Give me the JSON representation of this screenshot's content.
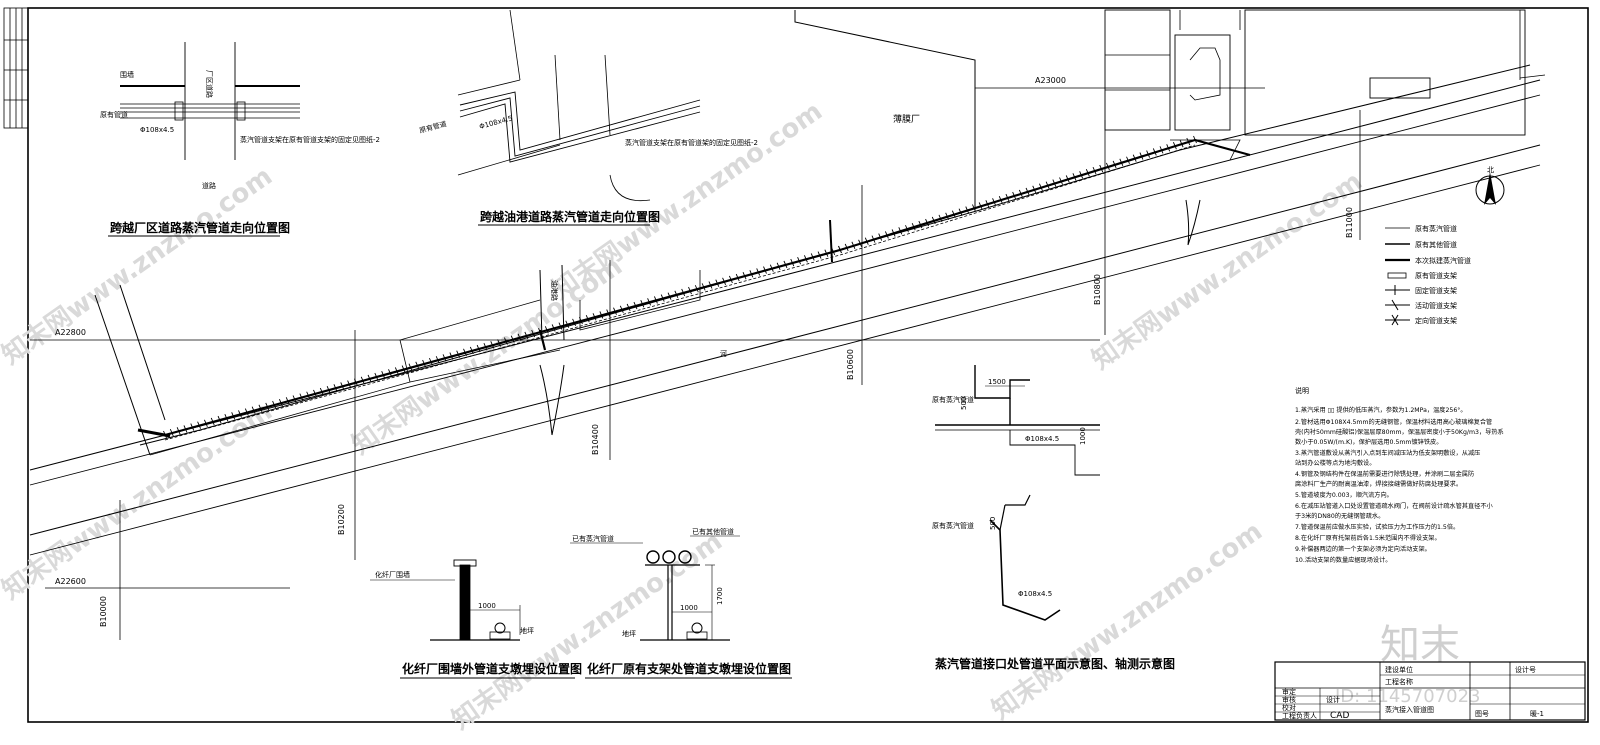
{
  "axes": {
    "a23000": "A23000",
    "a22800": "A22800",
    "a22600": "A22600",
    "b10000": "B10000",
    "b10200": "B10200",
    "b10400": "B10400",
    "b10600": "B10600",
    "b10800": "B10800",
    "b11000": "B11000"
  },
  "labels": {
    "factory": "薄膜厂",
    "river": "河",
    "road_vertical": "油港路",
    "road_factory": "厂区道路",
    "road_bottom": "道路",
    "north": "北"
  },
  "detail1": {
    "title": "跨越厂区道路蒸汽管道走向位置图",
    "fence": "围墙",
    "existing_pipe": "原有管道",
    "spec": "Φ108x4.5",
    "note": "蒸汽管道支架在原有管道支架的固定见图纸-2"
  },
  "detail2": {
    "title": "跨越油港道路蒸汽管道走向位置图",
    "existing_pipe": "原有管道",
    "spec": "Φ108x4.5",
    "note": "蒸汽管道支架在原有管道架的固定见图纸-2"
  },
  "legend": {
    "items": [
      "原有蒸汽管道",
      "原有其他管道",
      "本次拟建蒸汽管道",
      "原有管道支架",
      "固定管道支架",
      "活动管道支架",
      "定向管道支架"
    ]
  },
  "notes": {
    "heading": "说明",
    "lines": [
      "1.蒸汽采用 ▯▯ 提供的低压蒸汽，参数为1.2MPa，温度256°。",
      "2.管材选用Φ108X4.5mm的无缝钢管，保温材料选用高心玻璃棉复合管",
      "壳(内衬50mm硅酸铝)保温层厚80mm，保温层密度小于50Kg/m3，导热系",
      "数小于0.05W/(m.K)，保护层选用0.5mm镀锌铁皮。",
      "3.蒸汽管道敷设从蒸汽引入点到车间减压站为低支架明敷设，从减压",
      "站到办公楼等点为地沟敷设。",
      "4.钢管及钢结构件在保温前需要进行除锈处理，并涂刷二层金属防",
      "腐涂料厂生产的耐高温油漆，焊接接缝需做好防腐处理要求。",
      "5.管道坡度为0.003，顺汽流方向。",
      "6.在减压站管道入口处设置管道疏水阀门，在阀前设计疏水管其直径不小",
      "于3米的DN80的无缝钢管疏水。",
      "7.管道保温前应做水压实验，试验压力为工作压力的1.5倍。",
      "8.在化纤厂原有托架前后各1.5米范围内不得设支架。",
      "9.补偿器两边的第一个支架必须为定向活动支架。",
      "10.活动支架的数量应据现场设计。"
    ]
  },
  "detail3": {
    "title": "化纤厂围墙外管道支墩埋设位置图",
    "wall": "化纤厂围墙",
    "dim": "1000",
    "ground": "地坪"
  },
  "detail4": {
    "title": "化纤厂原有支架处管道支墩埋设位置图",
    "existing_steam": "已有蒸汽管道",
    "existing_other": "已有其他管道",
    "dim1": "1700",
    "dim2": "1000",
    "ground": "地坪"
  },
  "detail5": {
    "title": "蒸汽管道接口处管道平面示意图、轴测示意图",
    "existing_pipe1": "原有蒸汽管道",
    "existing_pipe2": "原有蒸汽管道",
    "dim1500": "1500",
    "dim500": "500",
    "dim1000": "1000",
    "spec": "Φ108x4.5",
    "spec2": "Φ108x4.5",
    "dim500b": "500"
  },
  "title_block": {
    "client_label": "建设单位",
    "project_label": "工程名称",
    "drawing_name": "蒸汽接入管道图",
    "design_no_label": "设计号",
    "drawing_no_label": "图号",
    "drawing_no": "暖-1",
    "approve": "审定",
    "check": "审核",
    "proofread": "校对",
    "design": "设计",
    "designer_label": "工程负责人",
    "software": "CAD"
  },
  "watermarks": {
    "site": "知末网www.znzmo.com",
    "brand": "知末",
    "id": "ID: 1145707023"
  }
}
